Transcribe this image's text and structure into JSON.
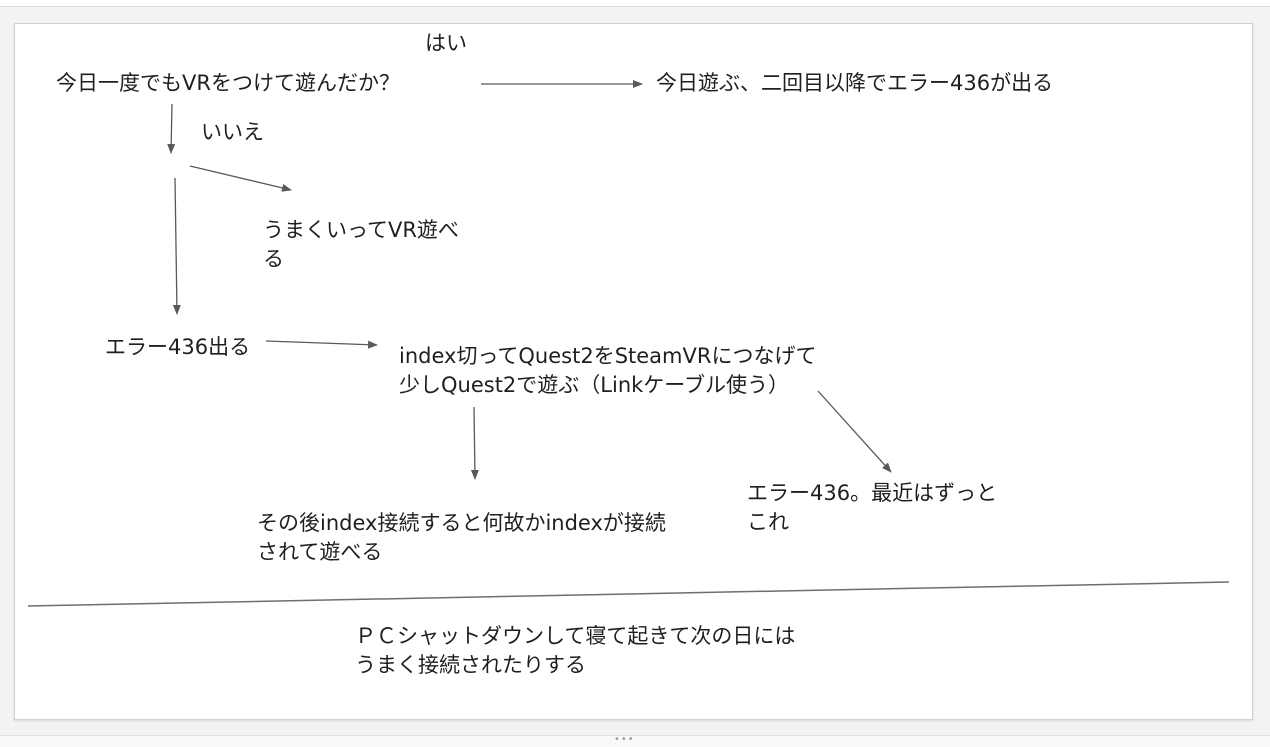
{
  "nodes": {
    "question": "今日一度でもVRをつけて遊んだか？",
    "yes_label": "はい",
    "no_label": "いいえ",
    "yes_result": "今日遊ぶ、二回目以降でエラー436が出る",
    "success": "うまくいってVR遊べ\nる",
    "error": "エラー436出る",
    "workaround": "index切ってQuest2をSteamVRにつなげて\n少しQuest2で遊ぶ（Linkケーブル使う）",
    "after": "その後index接続すると何故かindexが接続\nされて遊べる",
    "recent_error": "エラー436。最近はずっと\nこれ",
    "footer_note": "ＰＣシャットダウンして寝て起きて次の日には\nうまく接続されたりする"
  },
  "colors": {
    "arrow": "#595959",
    "text": "#1f1f1f",
    "divider": "#6e6e6e"
  },
  "ui": {
    "resize_grip": "•••"
  }
}
